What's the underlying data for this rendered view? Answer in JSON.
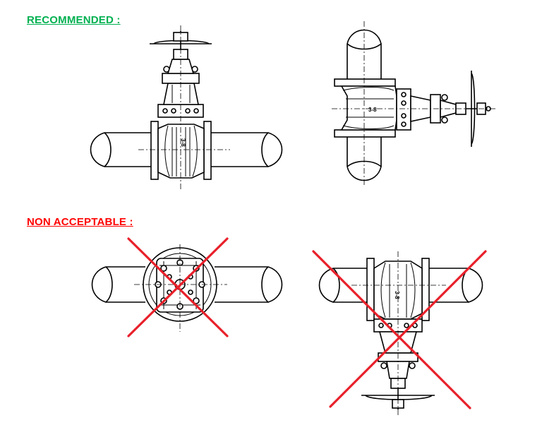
{
  "headings": {
    "recommended": "RECOMMENDED :",
    "non_acceptable": "NON ACCEPTABLE :"
  },
  "colors": {
    "recommended": "#00b050",
    "non_acceptable": "#ff0000",
    "cross": "#e8202a"
  },
  "figures": [
    {
      "id": "horizontal-pipe-stem-up",
      "group": "recommended"
    },
    {
      "id": "vertical-pipe-stem-horizontal",
      "group": "recommended"
    },
    {
      "id": "horizontal-pipe-stem-toward-viewer",
      "group": "non_acceptable",
      "crossed": true
    },
    {
      "id": "horizontal-pipe-stem-down",
      "group": "non_acceptable",
      "crossed": true
    }
  ],
  "valve_marking": "3-8"
}
